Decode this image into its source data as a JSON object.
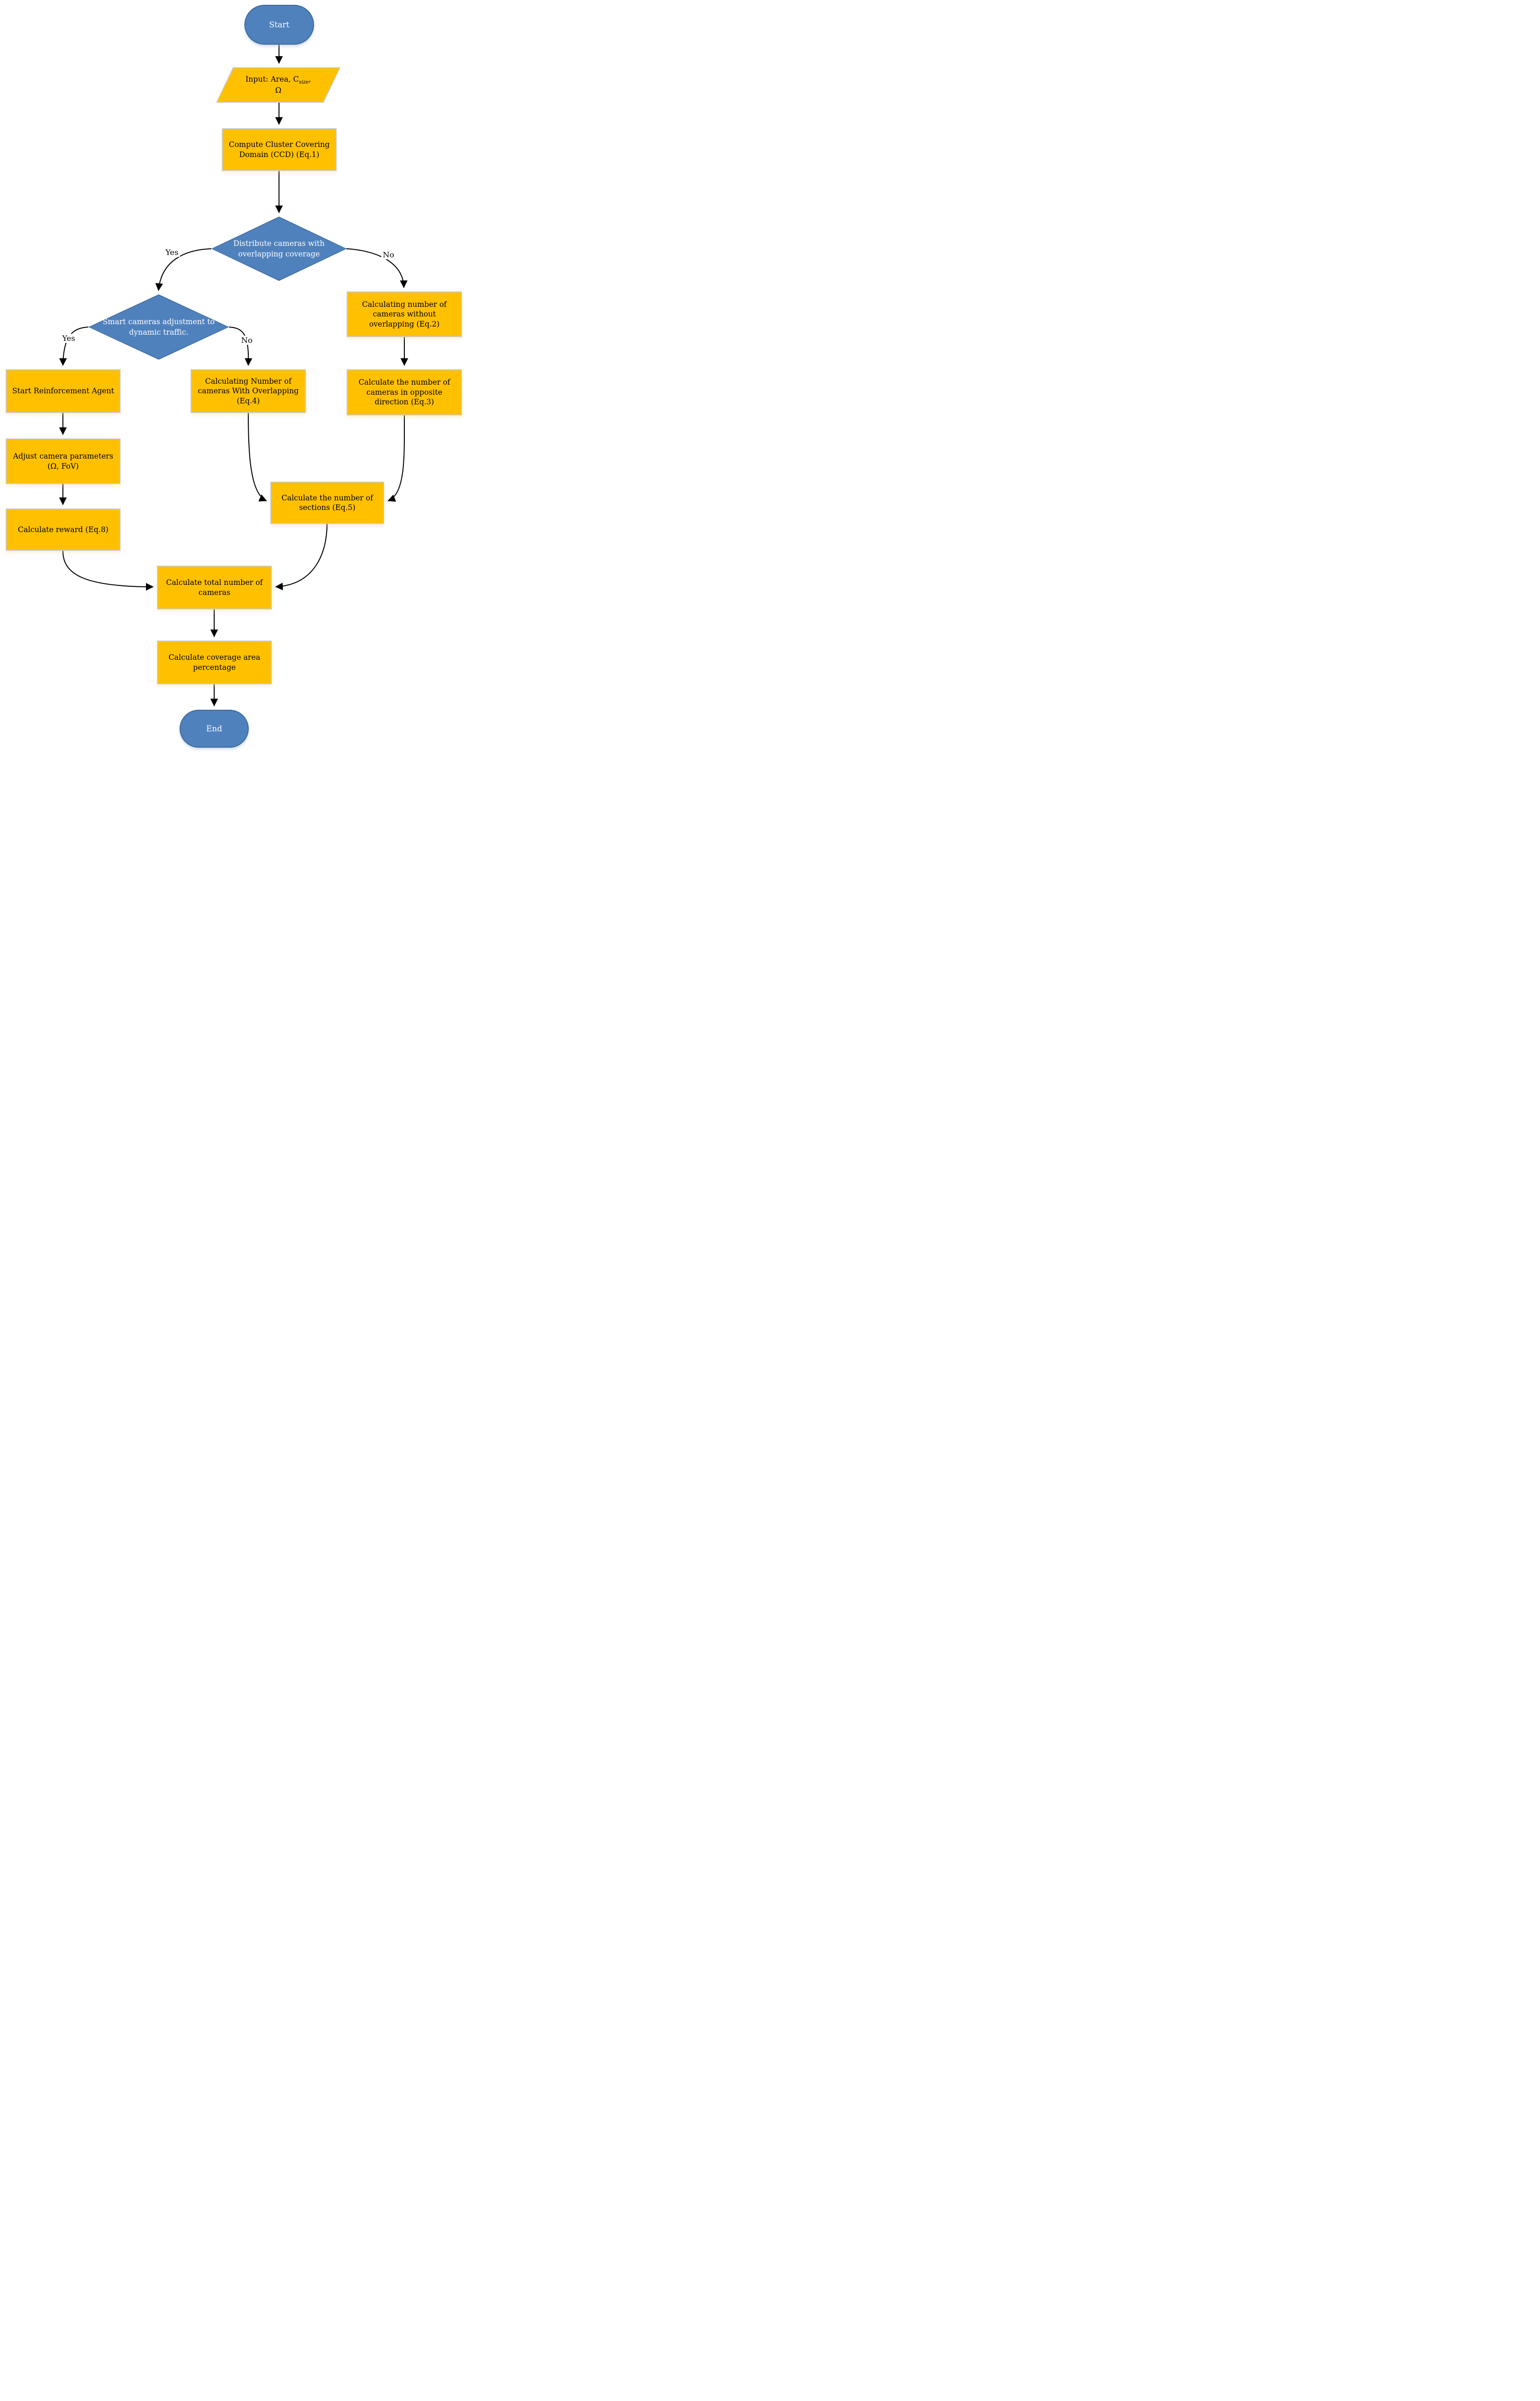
{
  "colors": {
    "process_fill": "#FFC000",
    "process_border": "#C9C9C9",
    "decision_fill": "#4F81BD",
    "decision_border": "#3D6A9E",
    "terminal_fill": "#4F81BD",
    "arrow": "#000000",
    "text_on_yellow": "#000000",
    "text_on_blue": "#FFFFFF"
  },
  "nodes": {
    "start": {
      "type": "terminal",
      "label": "Start"
    },
    "input": {
      "type": "io",
      "prefix": "Input: Area, C",
      "sub": "size",
      "comma": ",",
      "line2": "Ω"
    },
    "ccd": {
      "type": "process",
      "label": "Compute Cluster Covering Domain (CCD) (Eq.1)"
    },
    "d1": {
      "type": "decision",
      "label": "Distribute cameras with overlapping coverage"
    },
    "d2": {
      "type": "decision",
      "label": "Smart cameras adjustment to dynamic traffic."
    },
    "eq2": {
      "type": "process",
      "label": "Calculating number of cameras without overlapping (Eq.2)"
    },
    "sra": {
      "type": "process",
      "label": "Start Reinforcement Agent"
    },
    "eq4": {
      "type": "process",
      "label": "Calculating Number of cameras With Overlapping (Eq.4)"
    },
    "eq3": {
      "type": "process",
      "label": "Calculate the number of cameras in opposite direction (Eq.3)"
    },
    "adjust": {
      "type": "process",
      "label": "Adjust camera parameters (Ω, FoV)"
    },
    "eq5": {
      "type": "process",
      "label": "Calculate the number of sections (Eq.5)"
    },
    "reward": {
      "type": "process",
      "label": "Calculate reward (Eq.8)"
    },
    "total": {
      "type": "process",
      "label": "Calculate total number of cameras"
    },
    "coverage": {
      "type": "process",
      "label": "Calculate coverage area percentage"
    },
    "end": {
      "type": "terminal",
      "label": "End"
    }
  },
  "edge_labels": {
    "d1_yes": "Yes",
    "d1_no": "No",
    "d2_yes": "Yes",
    "d2_no": "No"
  }
}
